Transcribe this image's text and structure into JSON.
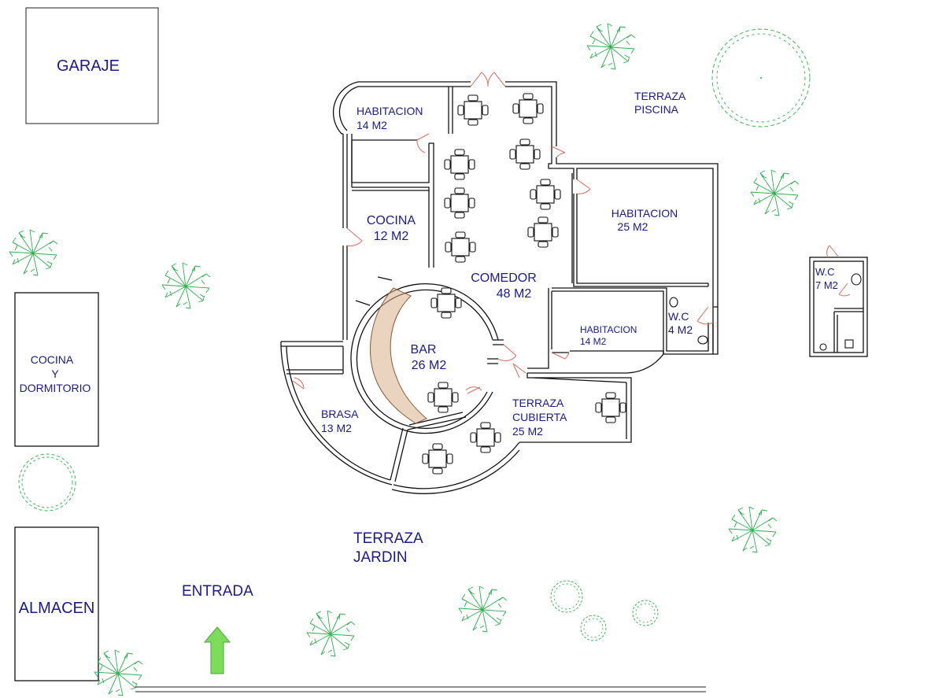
{
  "colors": {
    "label": "#1a1a8c",
    "wall": "#111111",
    "door": "#e06a5a",
    "vegetation": "#2bb24c",
    "arrow": "#7ddc5a",
    "bar_counter": "#d9b08c"
  },
  "buildings": {
    "garaje": "GARAJE",
    "cocina_dormitorio": [
      "COCINA",
      "Y",
      "DORMITORIO"
    ],
    "almacen": "ALMACEN"
  },
  "rooms": {
    "habitacion_nw": [
      "HABITACION",
      "14 M2"
    ],
    "cocina": [
      "COCINA",
      "12 M2"
    ],
    "comedor": [
      "COMEDOR",
      "48 M2"
    ],
    "habitacion_e": [
      "HABITACION",
      "25 M2"
    ],
    "habitacion_s": [
      "HABITACION",
      "14 M2"
    ],
    "wc_main": [
      "W.C",
      "4 M2"
    ],
    "bar": [
      "BAR",
      "26 M2"
    ],
    "brasa": [
      "BRASA",
      "13 M2"
    ],
    "terraza_cubierta": [
      "TERRAZA",
      "CUBIERTA",
      "25 M2"
    ],
    "wc_pool": [
      "W.C",
      "7 M2"
    ]
  },
  "outdoor": {
    "terraza_piscina": [
      "TERRAZA",
      "PISCINA"
    ],
    "terraza_jardin": [
      "TERRAZA",
      "JARDIN"
    ],
    "entrada": "ENTRADA"
  },
  "icons": [
    "table-set-icon",
    "palm-icon",
    "tree-icon",
    "door-swing-icon",
    "toilet-icon",
    "sink-icon",
    "entrance-arrow-icon"
  ]
}
